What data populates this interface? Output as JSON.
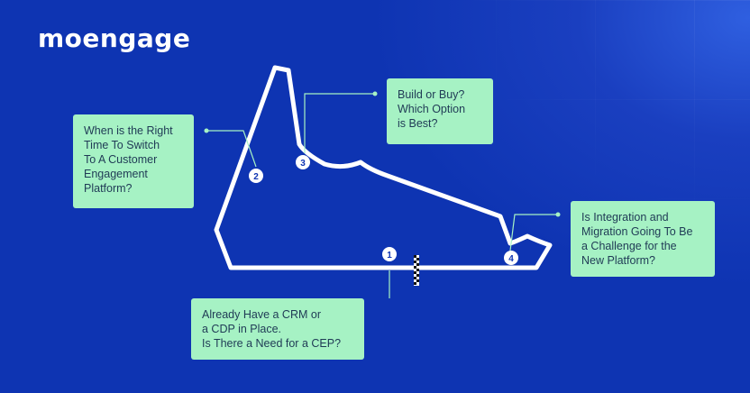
{
  "brand": {
    "logo_text": "moengage"
  },
  "checkpoints": [
    {
      "number": "1",
      "label": "Already Have a CRM or\na CDP in Place.\nIs There a Need for a CEP?"
    },
    {
      "number": "2",
      "label": "When is the Right\nTime To Switch\nTo A Customer\nEngagement\nPlatform?"
    },
    {
      "number": "3",
      "label": "Build or Buy?\nWhich Option\nis Best?"
    },
    {
      "number": "4",
      "label": "Is Integration and\nMigration Going To Be\na Challenge for the\nNew Platform?"
    }
  ],
  "colors": {
    "background": "#0e34b2",
    "card": "#a6f2c4",
    "card_text": "#1f3a55",
    "track": "#ffffff"
  }
}
